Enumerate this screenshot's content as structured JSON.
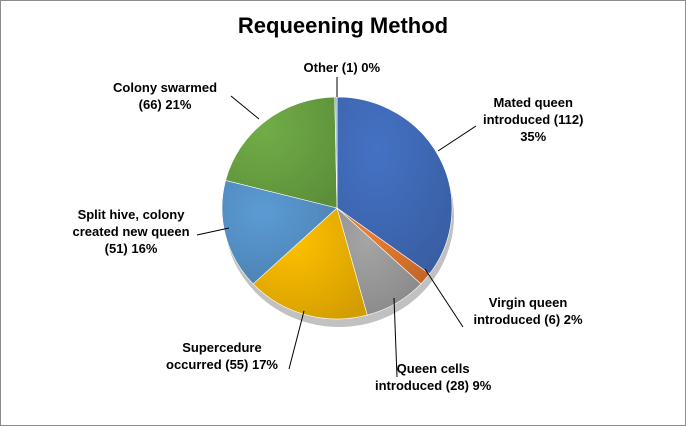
{
  "chart_data": {
    "type": "pie",
    "title": "Requeening Method",
    "slices": [
      {
        "label_lines": [
          "Mated queen",
          "introduced (112)",
          "35%"
        ],
        "value": 112,
        "percent": 35,
        "color": "#4472c4"
      },
      {
        "label_lines": [
          "Virgin queen",
          "introduced (6) 2%"
        ],
        "value": 6,
        "percent": 2,
        "color": "#ed7d31"
      },
      {
        "label_lines": [
          "Queen cells",
          "introduced (28) 9%"
        ],
        "value": 28,
        "percent": 9,
        "color": "#a5a5a5"
      },
      {
        "label_lines": [
          "Supercedure",
          "occurred (55) 17%"
        ],
        "value": 55,
        "percent": 17,
        "color": "#ffc000"
      },
      {
        "label_lines": [
          "Split hive, colony",
          "created new queen",
          "(51) 16%"
        ],
        "value": 51,
        "percent": 16,
        "color": "#5b9bd5"
      },
      {
        "label_lines": [
          "Colony swarmed",
          "(66) 21%"
        ],
        "value": 66,
        "percent": 21,
        "color": "#70ad47"
      },
      {
        "label_lines": [
          "Other (1) 0%"
        ],
        "value": 1,
        "percent": 0,
        "color": "#9dc3e6"
      }
    ]
  }
}
